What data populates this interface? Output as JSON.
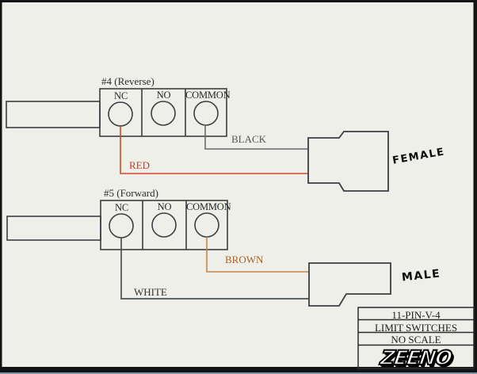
{
  "drawing_type": "wiring-diagram",
  "switches": [
    {
      "id": "switch-4",
      "label": "#4 (Reverse)",
      "terminals": [
        "NC",
        "NO",
        "COMMON"
      ]
    },
    {
      "id": "switch-5",
      "label": "#5 (Forward)",
      "terminals": [
        "NC",
        "NO",
        "COMMON"
      ]
    }
  ],
  "wires": [
    {
      "label": "BLACK",
      "from": "switch-4 COMMON",
      "to": "FEMALE connector",
      "wire_color": "#676c70",
      "text_color": "#54585b"
    },
    {
      "label": "RED",
      "from": "switch-4 NC",
      "to": "FEMALE connector",
      "wire_color": "#d8482e",
      "text_color": "#cc3a22"
    },
    {
      "label": "BROWN",
      "from": "switch-5 COMMON",
      "to": "MALE connector",
      "wire_color": "#c5854d",
      "text_color": "#a85e28"
    },
    {
      "label": "WHITE",
      "from": "switch-5 NC",
      "to": "MALE connector",
      "wire_color": "#4b5054",
      "text_color": "#2f3336"
    }
  ],
  "connectors": [
    {
      "id": "female-connector",
      "label": "FEMALE"
    },
    {
      "id": "male-connector",
      "label": "MALE"
    }
  ],
  "title_block": {
    "rows": [
      "11-PIN-V-4",
      "LIMIT SWITCHES",
      "NO SCALE"
    ],
    "logo": "ZEENO"
  },
  "colors": {
    "background": "#edefe8",
    "frame": "#141414",
    "outline": "#3b3f42"
  }
}
